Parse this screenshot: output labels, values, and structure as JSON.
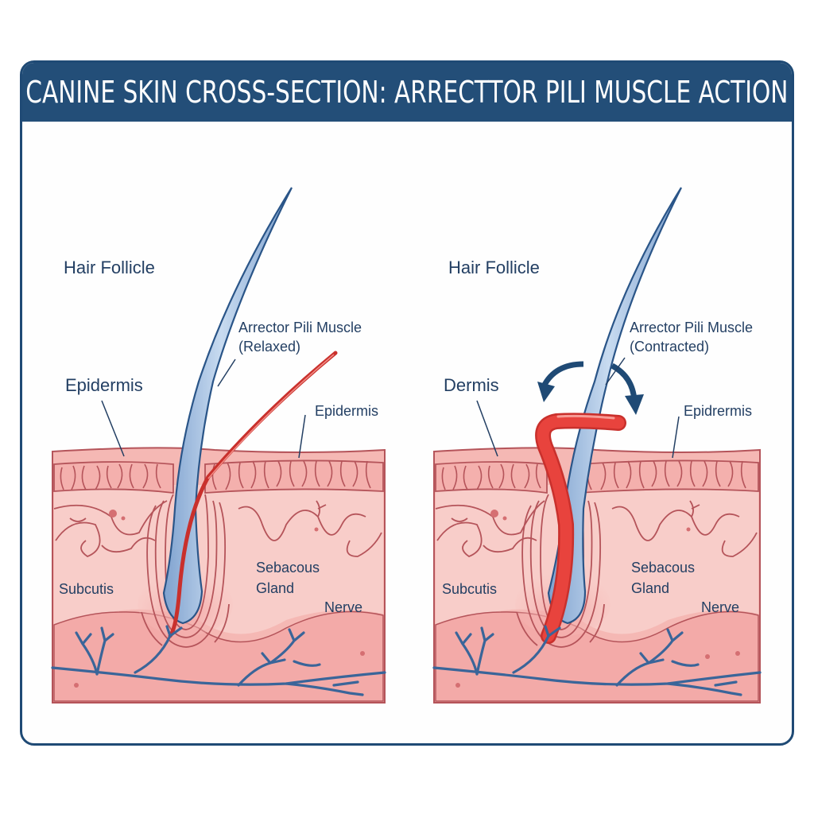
{
  "title": "CANINE SKIN CROSS-SECTION: ARRECTTOR PILI MUSCLE ACTION",
  "colors": {
    "frame": "#1f4a75",
    "title_bar": "#234e78",
    "label_text": "#233f63",
    "skin_fill": "#f5b7b3",
    "skin_light": "#f9d2cf",
    "skin_line": "#b5545a",
    "hair_fill": "#a9c3e3",
    "hair_outline": "#2a5588",
    "muscle": "#d9332f",
    "nerve": "#3a6599",
    "arrow": "#1f4a75"
  },
  "panels": [
    {
      "state": "relaxed",
      "labels": {
        "hair_follicle": "Hair Follicle",
        "muscle_line1": "Arrector Pili Muscle",
        "muscle_line2": "(Relaxed)",
        "left_layer": "Epidermis",
        "right_layer": "Epidermis",
        "subcutis": "Subcutis",
        "gland_line1": "Sebacous",
        "gland_line2": "Gland",
        "nerve": "Nerve"
      }
    },
    {
      "state": "contracted",
      "labels": {
        "hair_follicle": "Hair Follicle",
        "muscle_line1": "Arrector Pili Muscle",
        "muscle_line2": "(Contracted)",
        "left_layer": "Dermis",
        "right_layer": "Epidrermis",
        "subcutis": "Subcutis",
        "gland_line1": "Sebacous",
        "gland_line2": "Gland",
        "nerve": "Nerve"
      }
    }
  ]
}
